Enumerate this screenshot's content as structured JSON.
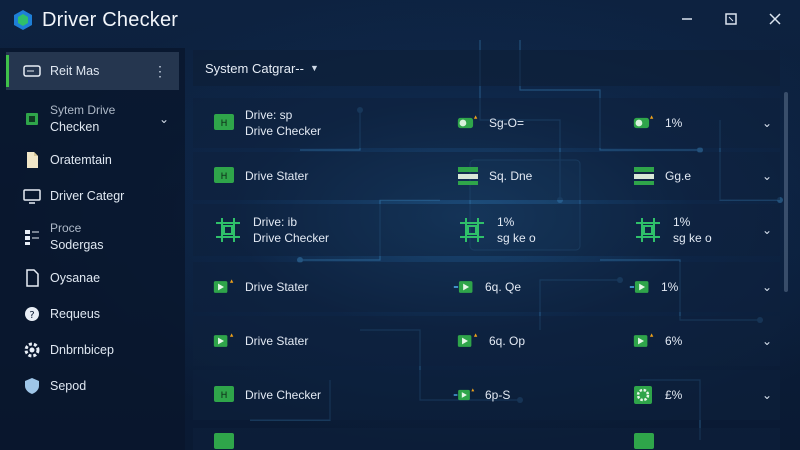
{
  "app": {
    "title": "Driver Checker"
  },
  "window_controls": [
    "minimize",
    "maximize",
    "close"
  ],
  "sidebar": {
    "items": [
      {
        "label": "Reit Mas",
        "icon": "drive-icon",
        "active": true
      },
      {
        "label": "Sytem Drive",
        "sub": "Checken",
        "icon": "chip-icon",
        "expandable": true
      },
      {
        "label": "Oratemtain",
        "icon": "document-icon"
      },
      {
        "label": "Driver Categr",
        "icon": "monitor-icon"
      },
      {
        "label": "Proce",
        "sub": "Sodergas",
        "icon": "list-icon"
      },
      {
        "label": "Oysanae",
        "icon": "file-icon"
      },
      {
        "label": "Requeus",
        "icon": "help-icon"
      },
      {
        "label": "Dnbrnbicep",
        "icon": "gear-icon"
      },
      {
        "label": "Sepod",
        "icon": "shield-icon"
      }
    ]
  },
  "topbar": {
    "label": "System Catgrar--"
  },
  "rows": [
    {
      "name": [
        "Drive: sp",
        "Drive Checker"
      ],
      "icon": "chip",
      "c2": [
        "Sg-O="
      ],
      "c2icon": "toggle",
      "c3": [
        "1%"
      ],
      "c3icon": "toggle"
    },
    {
      "name": [
        "Drive Stater"
      ],
      "icon": "chip",
      "c2": [
        "Sq. Dne"
      ],
      "c2icon": "rack",
      "c3": [
        "Gg.e"
      ],
      "c3icon": "rack"
    },
    {
      "name": [
        "Drive: ib",
        "Drive Checker"
      ],
      "icon": "circuit",
      "c2": [
        "1%",
        "sg ke o"
      ],
      "c2icon": "circuit",
      "c3": [
        "1%",
        "sg ke o"
      ],
      "c3icon": "circuit"
    },
    {
      "name": [
        "Drive Stater"
      ],
      "icon": "play",
      "c2": [
        "6q. Qe"
      ],
      "c2icon": "play",
      "c3": [
        "1%"
      ],
      "c3icon": "play"
    },
    {
      "name": [
        "Drive Stater"
      ],
      "icon": "play",
      "c2": [
        "6q. Op"
      ],
      "c2icon": "play",
      "c3": [
        "6%"
      ],
      "c3icon": "play"
    },
    {
      "name": [
        "Drive Checker"
      ],
      "icon": "chip",
      "c2": [
        "6p-S"
      ],
      "c2icon": "play",
      "c3": [
        "£%"
      ],
      "c3icon": "gear"
    }
  ],
  "colors": {
    "accent": "#3fc04a",
    "icon_green": "#2fa54a",
    "spark": "#f0a21a",
    "background": "#0b1b33"
  }
}
